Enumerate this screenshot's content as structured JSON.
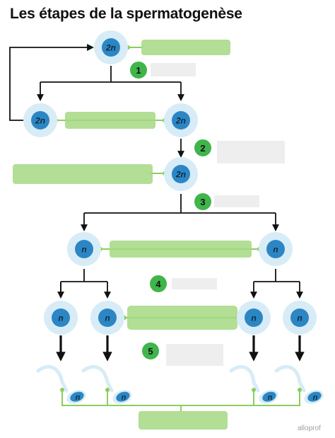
{
  "title": "Les étapes de la spermatogenèse",
  "brand": "alloprof",
  "colors": {
    "arrow": "#111111",
    "green_step": "#3fb54b",
    "green_line": "#8dcd5f",
    "green_band": "#a5d882",
    "cell_halo": "#d7ecf6",
    "cell_nucleus": "#2c86c4",
    "cell_text": "#0d2b40",
    "label_blank": "#eeeeee",
    "sperm_tail": "#d7ecf6",
    "brand": "#9aa0a6"
  },
  "cells": {
    "top": "2n",
    "second_left": "2n",
    "second_right": "2n",
    "third": "2n",
    "fourth_left": "n",
    "fourth_right": "n",
    "fifth_1": "n",
    "fifth_2": "n",
    "fifth_3": "n",
    "fifth_4": "n"
  },
  "steps": [
    "1",
    "2",
    "3",
    "4",
    "5"
  ],
  "sperm": [
    "n",
    "n",
    "n",
    "n"
  ]
}
